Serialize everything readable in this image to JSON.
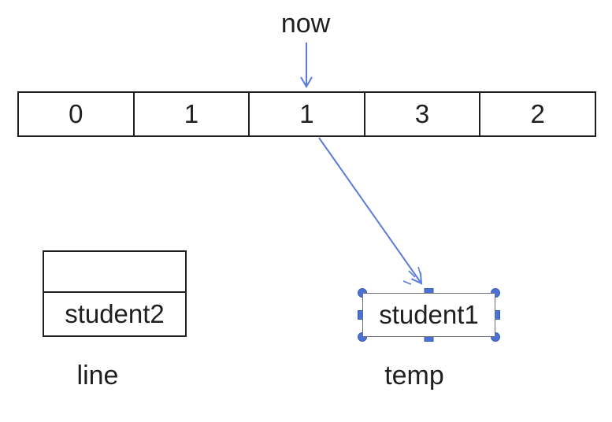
{
  "pointer": {
    "label": "now"
  },
  "array": {
    "cells": [
      "0",
      "1",
      "1",
      "3",
      "2"
    ]
  },
  "line_box": {
    "label": "line",
    "rows": [
      "",
      "student2"
    ]
  },
  "temp_box": {
    "label": "temp",
    "text": "student1"
  },
  "colors": {
    "arrow_blue": "#5b7cd9",
    "handle_fill": "#4a72d3",
    "handle_border": "#3a5cb0",
    "selection_border": "#6a7078",
    "shape_border": "#1f1f1f",
    "text": "#1f1f1f",
    "background": "#ffffff"
  }
}
